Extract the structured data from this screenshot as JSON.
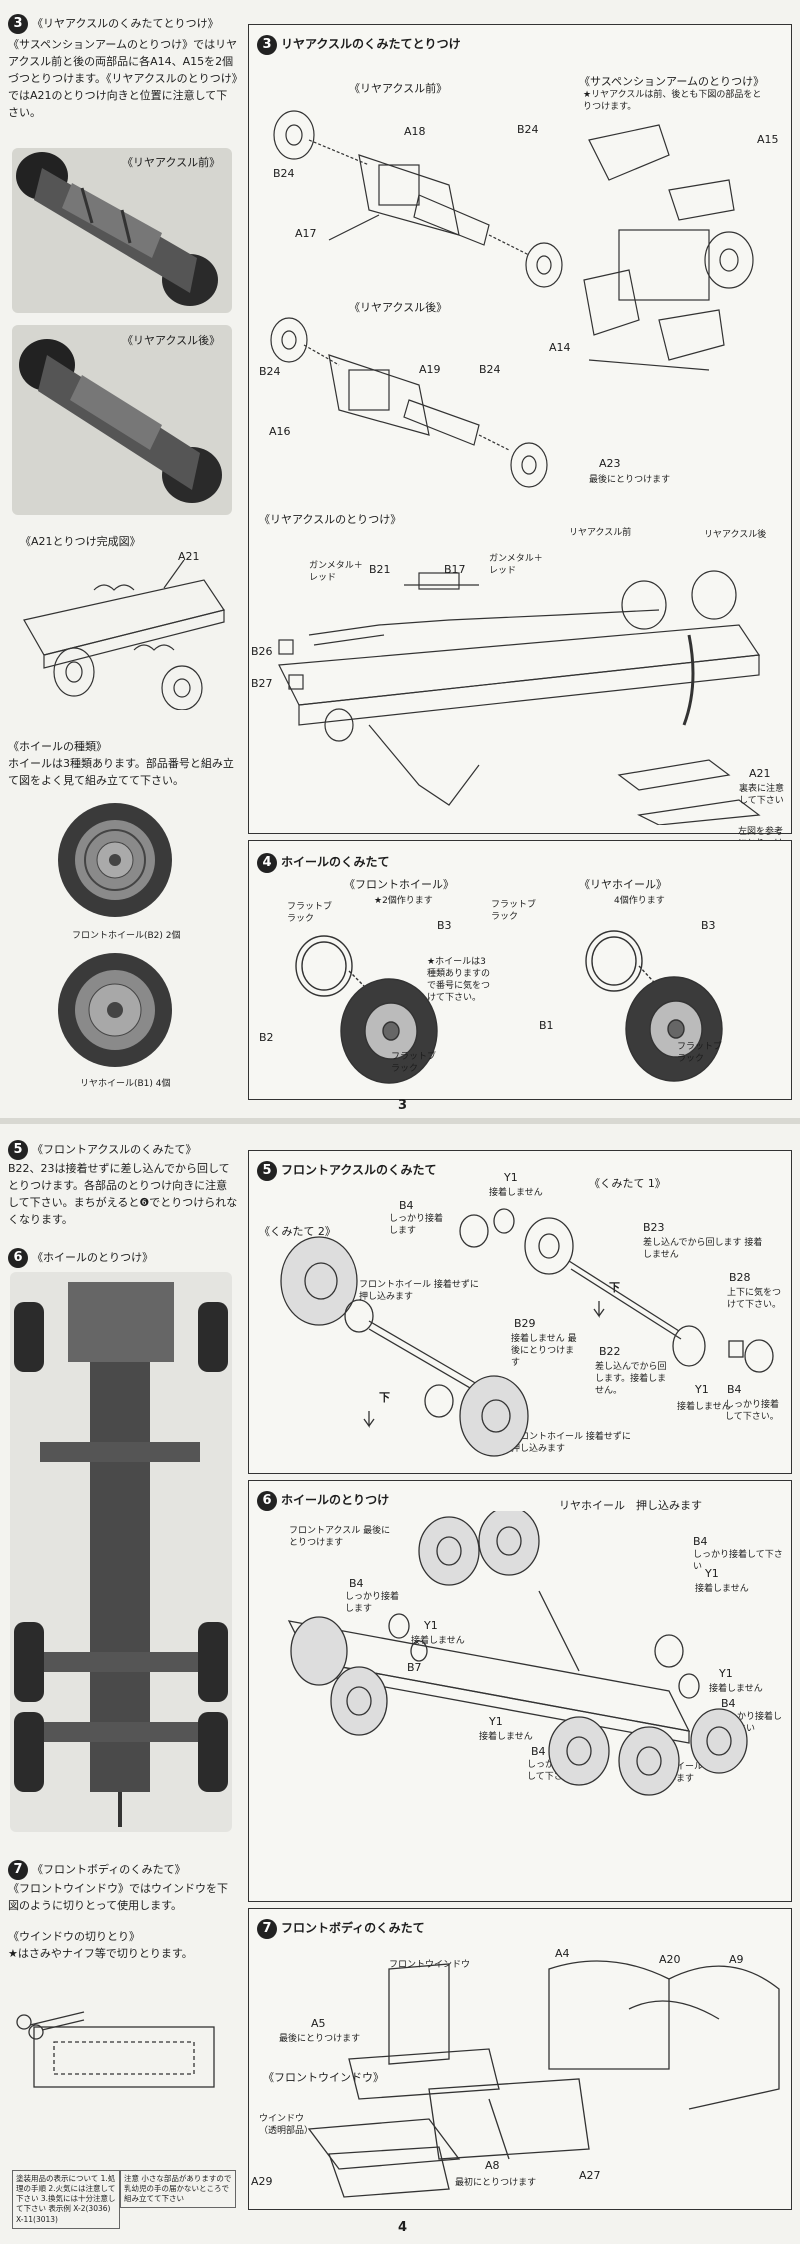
{
  "page1": {
    "left": {
      "step3": {
        "num": "3",
        "title": "《リヤアクスルのくみたてとりつけ》",
        "body": "《サスペンションアームのとりつけ》ではリヤアクスル前と後の両部品に各A14、A15を2個づつとりつけます。《リヤアクスルのとりつけ》ではA21のとりつけ向きと位置に注意して下さい。",
        "photo1_label": "《リヤアクスル前》",
        "photo2_label": "《リヤアクスル後》",
        "complete_label": "《A21とりつけ完成図》",
        "part_a21": "A21"
      },
      "wheels": {
        "title": "《ホイールの種類》",
        "body": "ホイールは3種類あります。部品番号と組み立て図をよく見て組み立てて下さい。",
        "front_caption": "フロントホイール(B2) 2個",
        "rear_caption": "リヤホイール(B1) 4個"
      }
    },
    "step3": {
      "num": "3",
      "title": "リヤアクスルのくみたてとりつけ",
      "front_axle": "《リヤアクスル前》",
      "rear_axle": "《リヤアクスル後》",
      "susp_title": "《サスペンションアームのとりつけ》",
      "susp_note": "★リヤアクスルは前、後とも下図の部品をとりつけます。",
      "mount_title": "《リヤアクスルのとりつけ》",
      "parts": {
        "a18": "A18",
        "b24a": "B24",
        "b24b": "B24",
        "a17": "A17",
        "b24c": "B24",
        "a19": "A19",
        "b24d": "B24",
        "a16": "A16",
        "a15": "A15",
        "a14": "A14",
        "a23": "A23",
        "b21": "B21",
        "b17": "B17",
        "b26": "B26",
        "b27": "B27",
        "a21": "A21"
      },
      "a23_note": "最後にとりつけます",
      "rear_front": "リヤアクスル前",
      "rear_rear": "リヤアクスル後",
      "gunmetal1": "ガンメタル＋レッド",
      "gunmetal2": "ガンメタル＋レッド",
      "a21_note": "裏表に注意して下さい",
      "a21_note2": "左図を参考にとりつけます。"
    },
    "step4": {
      "num": "4",
      "title": "ホイールのくみたて",
      "front_wheel": "《フロントホイール》",
      "front_count": "★2個作ります",
      "rear_wheel": "《リヤホイール》",
      "rear_count": "4個作ります",
      "flat_black1": "フラットブラック",
      "flat_black2": "フラットブラック",
      "flat_black3": "フラットブラック",
      "flat_black4": "フラットブラック",
      "b3a": "B3",
      "b3b": "B3",
      "b2": "B2",
      "b1": "B1",
      "wheel_note": "★ホイールは3種類ありますので番号に気をつけて下さい。"
    },
    "page_number": "3"
  },
  "page2": {
    "left": {
      "step5": {
        "num": "5",
        "title": "《フロントアクスルのくみたて》",
        "body": "B22、23は接着せずに差し込んでから回してとりつけます。各部品のとりつけ向きに注意して下さい。まちがえると❻でとりつけられなくなります。"
      },
      "step6": {
        "num": "6",
        "title": "《ホイールのとりつけ》"
      },
      "step7": {
        "num": "7",
        "title": "《フロントボディのくみたて》",
        "body": "《フロントウインドウ》ではウインドウを下図のように切りとって使用します。",
        "cut_title": "《ウインドウの切りとり》",
        "cut_note": "★はさみやナイフ等で切りとります。"
      },
      "footnote": "塗装用品の表示について 1.処理の手順 2.火気には注意して下さい 3.換気には十分注意して下さい 表示例 X-2(3036) X-11(3013)",
      "footnote2": "注意 小さな部品がありますので乳幼児の手の届かないところで組み立てて下さい"
    },
    "step5": {
      "num": "5",
      "title": "フロントアクスルのくみたて",
      "assembly1": "《くみたて 1》",
      "assembly2": "《くみたて 2》",
      "parts": {
        "y1a": "Y1",
        "b4a": "B4",
        "b23": "B23",
        "b28": "B28",
        "b29": "B29",
        "b22": "B22",
        "y1b": "Y1",
        "b4b": "B4"
      },
      "y1a_note": "接着しません",
      "b4a_note": "しっかり接着します",
      "b23_note": "差し込んでから回します 接着しません",
      "b28_note": "上下に気をつけて下さい。",
      "front_wheel_note": "フロントホイール 接着せずに押し込みます",
      "b29_note": "接着しません 最後にとりつけます",
      "b22_note": "差し込んでから回します。接着しません。",
      "y1b_note": "接着しません",
      "b4b_note": "しっかり接着して下さい。",
      "front_wheel_note2": "フロントホイール 接着せずに押し込みます",
      "down1": "下",
      "down2": "下"
    },
    "step6": {
      "num": "6",
      "title": "ホイールのとりつけ",
      "rear_wheel_push": "リヤホイール　押し込みます",
      "front_axle_last": "フロントアクスル 最後にとりつけます",
      "parts": {
        "b4a": "B4",
        "y1a": "Y1",
        "b4b": "B4",
        "y1b": "Y1",
        "b7": "B7",
        "y1c": "Y1",
        "b4c": "B4",
        "y1d": "Y1",
        "b4d": "B4",
        "y1e": "Y1"
      },
      "b4_note": "しっかり接着して下さい",
      "y1_note": "接着しません",
      "b4_note2": "しっかり接着します",
      "y1_note2": "接着しません",
      "y1_note3": "接着しません",
      "b4_note3": "しっかり接着して下さい",
      "y1_note4": "接着しません",
      "b4_note4": "しっかり接着して下さい",
      "rear_wheel_push2": "リヤホイール 押し込みます"
    },
    "step7": {
      "num": "7",
      "title": "フロントボディのくみたて",
      "front_window": "フロントウインドウ",
      "front_window_sub": "《フロントウインドウ》",
      "window": "ウインドウ（透明部品）",
      "parts": {
        "a4": "A4",
        "a20": "A20",
        "a9": "A9",
        "a5": "A5",
        "a8": "A8",
        "a27": "A27",
        "a29": "A29"
      },
      "a5_note": "最後にとりつけます",
      "a8_note": "最初にとりつけます"
    },
    "page_number": "4"
  }
}
